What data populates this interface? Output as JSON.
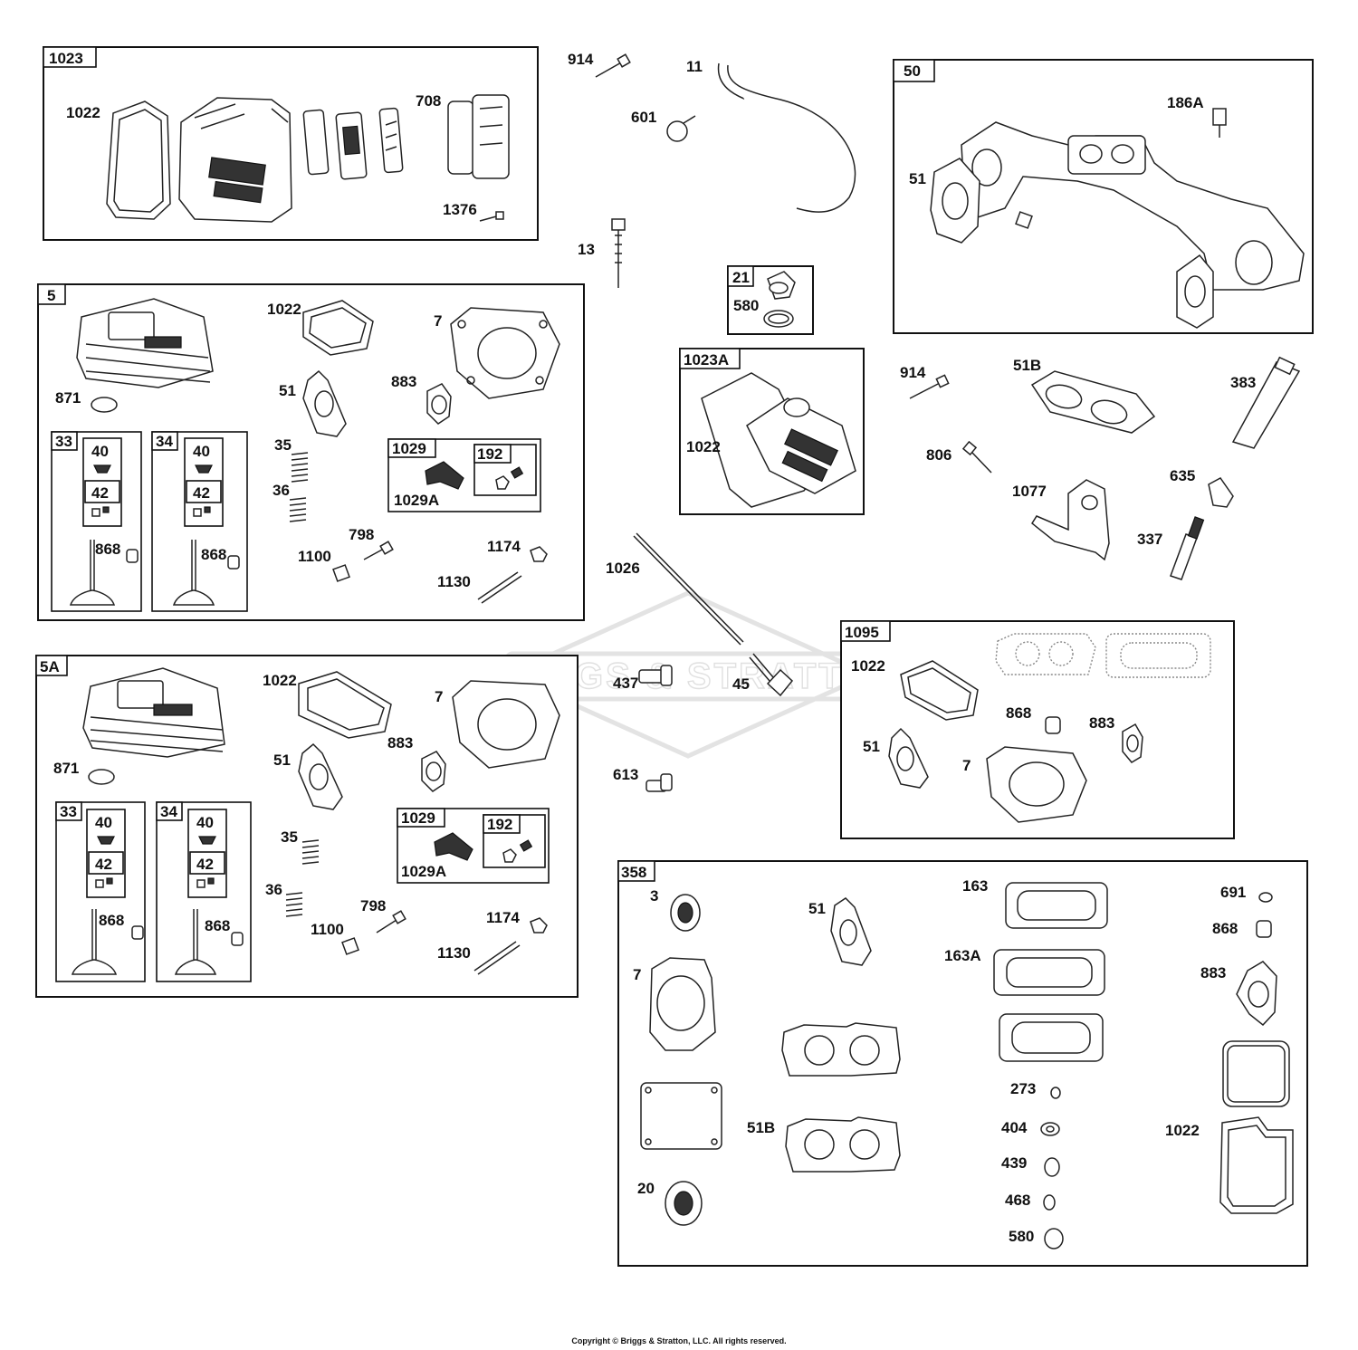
{
  "watermark": "BRIGGS & STRATTON",
  "copyright": "Copyright © Briggs & Stratton, LLC. All rights reserved.",
  "groups": {
    "g1023": "1023",
    "g5": "5",
    "g5A": "5A",
    "g50": "50",
    "g21": "21",
    "g1023A": "1023A",
    "g1095": "1095",
    "g358": "358",
    "g33a": "33",
    "g34a": "34",
    "g33b": "33",
    "g34b": "34",
    "g1029a": "1029",
    "g1029b": "1029",
    "g192a": "192",
    "g192b": "192",
    "g40a": "40",
    "g42a": "42",
    "g40b": "40",
    "g42b": "42",
    "g40c": "40",
    "g42c": "42",
    "g40d": "40",
    "g42d": "42"
  },
  "labels": {
    "p1022_top": "1022",
    "p708": "708",
    "p1376": "1376",
    "p914_top": "914",
    "p11": "11",
    "p601": "601",
    "p13": "13",
    "p186A": "186A",
    "p51_g50": "51",
    "p580_g21": "580",
    "p1022_1023A": "1022",
    "p914_mid": "914",
    "p51B_mid": "51B",
    "p383": "383",
    "p806": "806",
    "p1077": "1077",
    "p635": "635",
    "p337": "337",
    "p1022_g5": "1022",
    "p7_g5": "7",
    "p871_g5": "871",
    "p51_g5": "51",
    "p883_g5": "883",
    "p35_g5": "35",
    "p36_g5": "36",
    "p1029A_g5": "1029A",
    "p868_g33a": "868",
    "p868_g34a": "868",
    "p798_g5": "798",
    "p1100_g5": "1100",
    "p1174_g5": "1174",
    "p1130_g5": "1130",
    "p1026": "1026",
    "p437": "437",
    "p45": "45",
    "p613": "613",
    "p1022_g5A": "1022",
    "p7_g5A": "7",
    "p871_g5A": "871",
    "p51_g5A": "51",
    "p883_g5A": "883",
    "p35_g5A": "35",
    "p36_g5A": "36",
    "p1029A_g5A": "1029A",
    "p868_g33b": "868",
    "p868_g34b": "868",
    "p798_g5A": "798",
    "p1100_g5A": "1100",
    "p1174_g5A": "1174",
    "p1130_g5A": "1130",
    "p1022_g1095": "1022",
    "p868_g1095": "868",
    "p883_g1095": "883",
    "p51_g1095": "51",
    "p7_g1095": "7",
    "p3": "3",
    "p51_g358": "51",
    "p163": "163",
    "p691": "691",
    "p868_g358": "868",
    "p163A": "163A",
    "p7_g358": "7",
    "p883_g358": "883",
    "p273": "273",
    "p404": "404",
    "p51B_g358": "51B",
    "p1022_g358": "1022",
    "p439": "439",
    "p20": "20",
    "p468": "468",
    "p580_g358": "580"
  }
}
